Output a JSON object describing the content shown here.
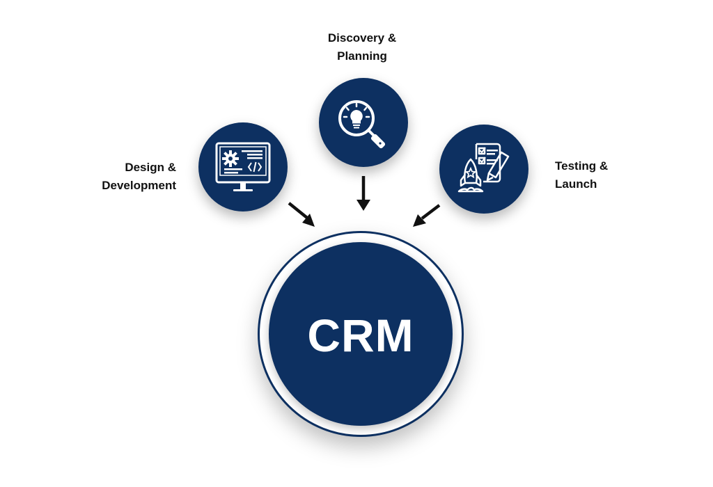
{
  "diagram": {
    "center": {
      "label": "CRM",
      "color": "#0d3061"
    },
    "nodes": [
      {
        "id": "discovery",
        "label_lines": [
          "Discovery &",
          "Planning"
        ],
        "icon": "magnifier-lightbulb-icon"
      },
      {
        "id": "design",
        "label_lines": [
          "Design &",
          "Development"
        ],
        "icon": "monitor-code-gear-icon"
      },
      {
        "id": "testing",
        "label_lines": [
          "Testing &",
          "Launch"
        ],
        "icon": "rocket-checklist-icon"
      }
    ],
    "edges": [
      {
        "from": "design",
        "to": "center"
      },
      {
        "from": "discovery",
        "to": "center"
      },
      {
        "from": "testing",
        "to": "center"
      }
    ],
    "colors": {
      "node": "#0d3061",
      "icon": "#ffffff",
      "arrow": "#111111",
      "text": "#111111"
    }
  }
}
